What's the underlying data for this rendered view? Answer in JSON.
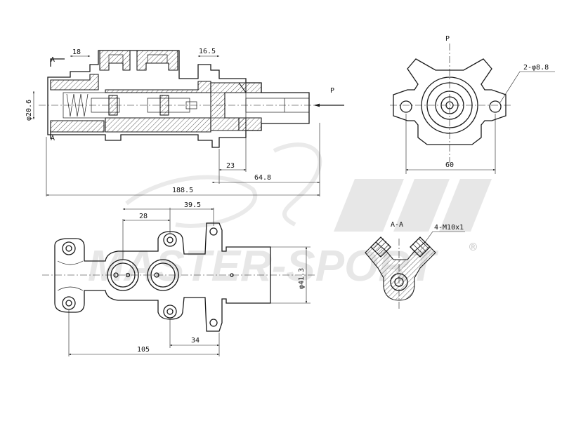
{
  "labels": {
    "section_a_top": "A",
    "section_a_bottom": "A",
    "p_arrow": "P",
    "p_top": "P",
    "section_view": "A-A"
  },
  "dimensions": {
    "d18": "18",
    "d16_5": "16.5",
    "phi20_6": "φ20.6",
    "d23": "23",
    "d64_8": "64.8",
    "d188_5": "188.5",
    "holes": "2-φ8.8",
    "d60": "60",
    "d28": "28",
    "d39_5": "39.5",
    "phi41_3": "φ41.3",
    "d105": "105",
    "d34": "34",
    "thread": "4-M10x1"
  },
  "watermark": {
    "brand": "MASTER-SPORT",
    "registered": "®"
  }
}
